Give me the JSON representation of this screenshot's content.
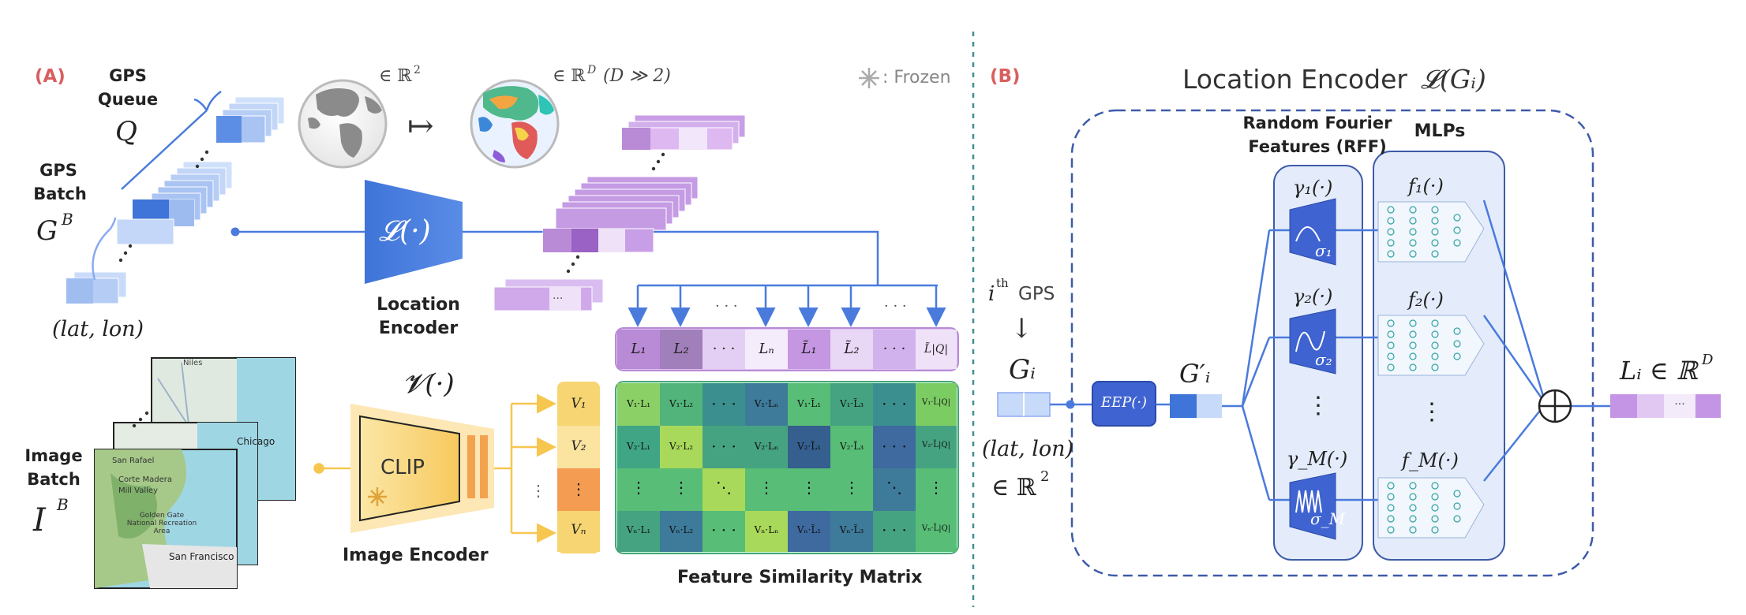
{
  "colors": {
    "accent_red": "#d95f5f",
    "blue": "#4a7bdc",
    "blue_light": "#bcd0f5",
    "purple": "#b98ad6",
    "purple_light": "#e6d4f3",
    "yellow": "#f7d572",
    "orange": "#f39c52",
    "divider": "#3f8f8f",
    "dashed_box": "#3d5ba8"
  },
  "panel_a": {
    "label": "(A)",
    "gps_queue_title": "GPS",
    "gps_queue_title2": "Queue",
    "gps_queue_symbol": "Q",
    "gps_batch_title": "GPS",
    "gps_batch_title2": "Batch",
    "gps_batch_symbol": "G",
    "gps_batch_sup": "B",
    "latlon": "(lat, lon)",
    "in_r2": "∈ ℝ",
    "in_r2_sup": "2",
    "maps_to": "↦",
    "in_rd": "∈ ℝ",
    "in_rd_sup": "D",
    "in_rd_cond": "(D ≫ 2)",
    "frozen_label": ": Frozen",
    "location_encoder_symbol": "𝓛(·)",
    "location_encoder_title": "Location",
    "location_encoder_title2": "Encoder",
    "image_encoder_symbol": "𝓥(·)",
    "clip_label": "CLIP",
    "image_encoder_title": "Image Encoder",
    "image_batch_title": "Image",
    "image_batch_title2": "Batch",
    "image_batch_symbol": "I",
    "image_batch_sup": "B",
    "dots_h": "· · ·",
    "dots_cell": "···",
    "map_labels": [
      "Niles",
      "San Rafael",
      "Mill Valley",
      "Golden Gate National Recreation Area",
      "San Francisco",
      "Chicago",
      "Corte Madera"
    ],
    "l_row": [
      "L₁",
      "L₂",
      "· · ·",
      "Lₙ",
      "L̃₁",
      "L̃₂",
      "· · ·",
      "L̃|Q|"
    ],
    "v_col": [
      "V₁",
      "V₂",
      "⋮",
      "Vₙ"
    ],
    "matrix": [
      [
        "V₁·L₁",
        "V₁·L₂",
        "· · ·",
        "V₁·Lₙ",
        "V₁·L̃₁",
        "V₁·L̃₃",
        "· · ·",
        "V₁·L̃|Q|"
      ],
      [
        "V₂·L₁",
        "V₂·L₂",
        "· · ·",
        "V₂·Lₙ",
        "V₂·L̃₁",
        "V₂·L̃₃",
        "· · ·",
        "V₂·L̃|Q|"
      ],
      [
        "⋮",
        "⋮",
        "⋱",
        "⋮",
        "⋮",
        "⋮",
        "⋱",
        "⋮"
      ],
      [
        "Vₙ·L₁",
        "Vₙ·L₂",
        "· · ·",
        "Vₙ·Lₙ",
        "Vₙ·L̃₁",
        "Vₙ·L̃₃",
        "· · ·",
        "Vₙ·L̃|Q|"
      ]
    ],
    "matrix_title": "Feature Similarity Matrix"
  },
  "panel_b": {
    "label": "(B)",
    "title": "Location Encoder",
    "title_symbol": "𝓛(Gᵢ)",
    "input_ith": "i",
    "input_ith_sup": "th",
    "input_gps": "GPS",
    "input_arrow": "↓",
    "input_symbol": "Gᵢ",
    "input_latlon": "(lat, lon)",
    "input_in_r2": "∈ ℝ",
    "input_in_r2_sup": "2",
    "eep_label": "EEP(·)",
    "g_prime": "G′ᵢ",
    "rff_title": "Random Fourier",
    "rff_title2": "Features (RFF)",
    "mlps_title": "MLPs",
    "gammas": [
      "γ₁(·)",
      "γ₂(·)",
      "⋮",
      "γ_M(·)"
    ],
    "sigmas": [
      "σ₁",
      "σ₂",
      "σ_M"
    ],
    "fs": [
      "f₁(·)",
      "f₂(·)",
      "⋮",
      "f_M(·)"
    ],
    "sum_symbol": "⊕",
    "output_label": "Lᵢ ∈ ℝ",
    "output_sup": "D",
    "output_dots": "···"
  }
}
